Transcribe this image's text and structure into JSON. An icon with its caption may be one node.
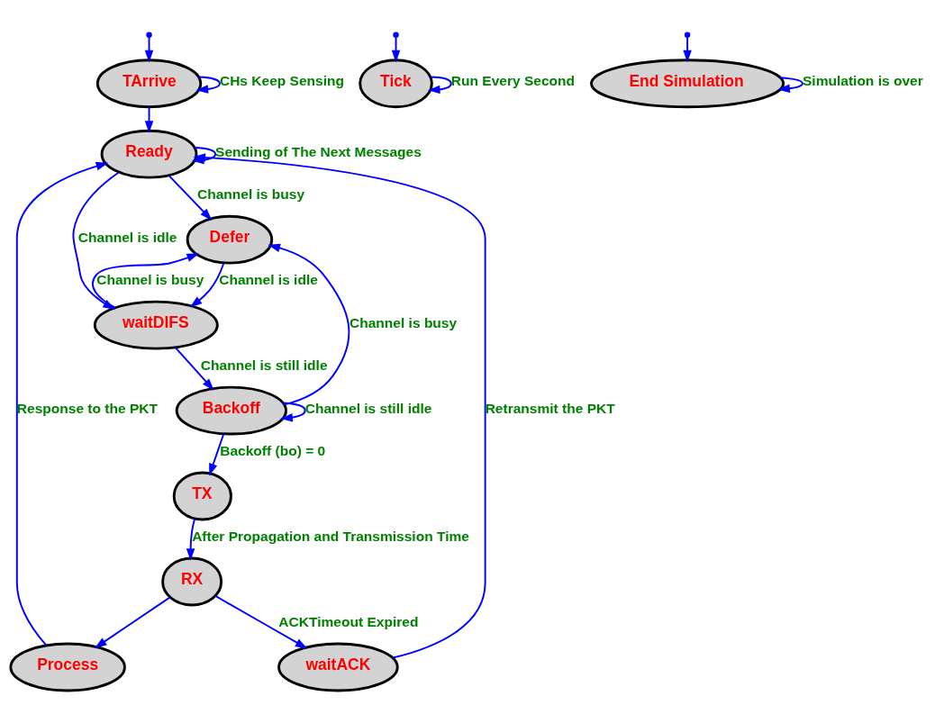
{
  "diagram": {
    "nodes": [
      {
        "text": [
          "TArrive"
        ]
      },
      {
        "text": [
          "Ready"
        ]
      },
      {
        "text": [
          "Process"
        ]
      },
      {
        "text": [
          "Defer"
        ]
      },
      {
        "text": [
          "waitDIFS"
        ]
      },
      {
        "text": [
          "waitACK"
        ]
      },
      {
        "text": [
          "RX"
        ]
      },
      {
        "text": [
          "TX"
        ]
      },
      {
        "text": [
          "Backoff"
        ]
      },
      {
        "text": [
          "Tick"
        ]
      },
      {
        "text": [
          "End Simulation"
        ]
      }
    ],
    "edges": [
      {
        "from": null,
        "to": 0,
        "arrow": "to"
      },
      {
        "from": 0,
        "to": 0,
        "arrow": "to",
        "label": "CHs Keep Sensing"
      },
      {
        "from": 0,
        "to": 1,
        "arrow": "to"
      },
      {
        "from": 1,
        "to": 1,
        "arrow": "to",
        "label": "Sending of The Next Messages"
      },
      {
        "from": 1,
        "to": 3,
        "arrow": "to",
        "label": "Channel is busy"
      },
      {
        "from": 2,
        "to": 1,
        "arrow": "to",
        "label": "Response to the PKT"
      },
      {
        "from": 5,
        "to": 1,
        "arrow": "to",
        "label": "Retransmit the PKT"
      },
      {
        "from": 1,
        "to": 4,
        "arrow": "to",
        "label": "Channel is idle"
      },
      {
        "from": 3,
        "to": 4,
        "arrow": "to",
        "label": "Channel is idle"
      },
      {
        "from": 4,
        "to": 3,
        "arrow": "to",
        "label": "Channel is busy"
      },
      {
        "from": 6,
        "to": 2,
        "arrow": "to"
      },
      {
        "from": 6,
        "to": 5,
        "arrow": "to",
        "label": "ACKTimeout Expired"
      },
      {
        "from": 4,
        "to": 8,
        "arrow": "to",
        "label": "Channel is still idle"
      },
      {
        "from": 8,
        "to": 3,
        "arrow": "to",
        "label": "Channel is busy"
      },
      {
        "from": 8,
        "to": 7,
        "arrow": "to",
        "label": "Backoff (bo) = 0"
      },
      {
        "from": 7,
        "to": 6,
        "arrow": "to",
        "label": "After Propagation and Transmission Time"
      },
      {
        "from": 8,
        "to": 8,
        "arrow": "to",
        "label": "Channel is still idle"
      },
      {
        "from": null,
        "to": 9,
        "arrow": "to"
      },
      {
        "from": 9,
        "to": 9,
        "arrow": "to",
        "label": "Run Every Second"
      },
      {
        "from": null,
        "to": 10,
        "arrow": "to"
      },
      {
        "from": 10,
        "to": 10,
        "arrow": "to",
        "label": "Simulation is over"
      }
    ]
  }
}
